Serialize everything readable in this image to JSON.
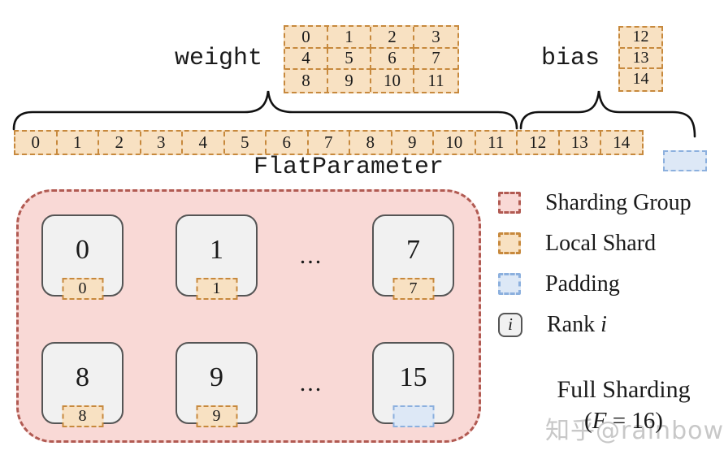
{
  "colors": {
    "local_shard_fill": "#f8e1c2",
    "local_shard_border": "#c7893d",
    "sharding_group_fill": "#f9d9d6",
    "sharding_group_border": "#b15a52",
    "padding_fill": "#dde8f6",
    "padding_border": "#8cb0de",
    "rank_fill": "#f1f1f1",
    "rank_border": "#555555",
    "text": "#1a1a1a",
    "watermark": "#c8c8c8"
  },
  "labels": {
    "weight": "weight",
    "bias": "bias",
    "flat_parameter": "FlatParameter",
    "ellipsis": "...",
    "full_sharding_line1": "Full Sharding",
    "fs_open": "(",
    "fs_var": "F",
    "fs_rest": " = 16)",
    "watermark": "知乎@rainbow"
  },
  "weight_grid": {
    "cells": [
      "0",
      "1",
      "2",
      "3",
      "4",
      "5",
      "6",
      "7",
      "8",
      "9",
      "10",
      "11"
    ]
  },
  "bias_stack": {
    "cells": [
      "12",
      "13",
      "14"
    ]
  },
  "flat_row": {
    "cells": [
      "0",
      "1",
      "2",
      "3",
      "4",
      "5",
      "6",
      "7",
      "8",
      "9",
      "10",
      "11",
      "12",
      "13",
      "14"
    ]
  },
  "ranks": {
    "top": [
      {
        "id": "0",
        "shard": "0"
      },
      {
        "id": "1",
        "shard": "1"
      },
      {
        "id": "7",
        "shard": "7"
      }
    ],
    "bottom": [
      {
        "id": "8",
        "shard": "8"
      },
      {
        "id": "9",
        "shard": "9"
      },
      {
        "id": "15",
        "shard": ""
      }
    ]
  },
  "legend": {
    "sharding_group": "Sharding Group",
    "local_shard": "Local Shard",
    "padding": "Padding",
    "rank_prefix": "Rank ",
    "rank_var": "i",
    "rank_box_text": "i"
  }
}
